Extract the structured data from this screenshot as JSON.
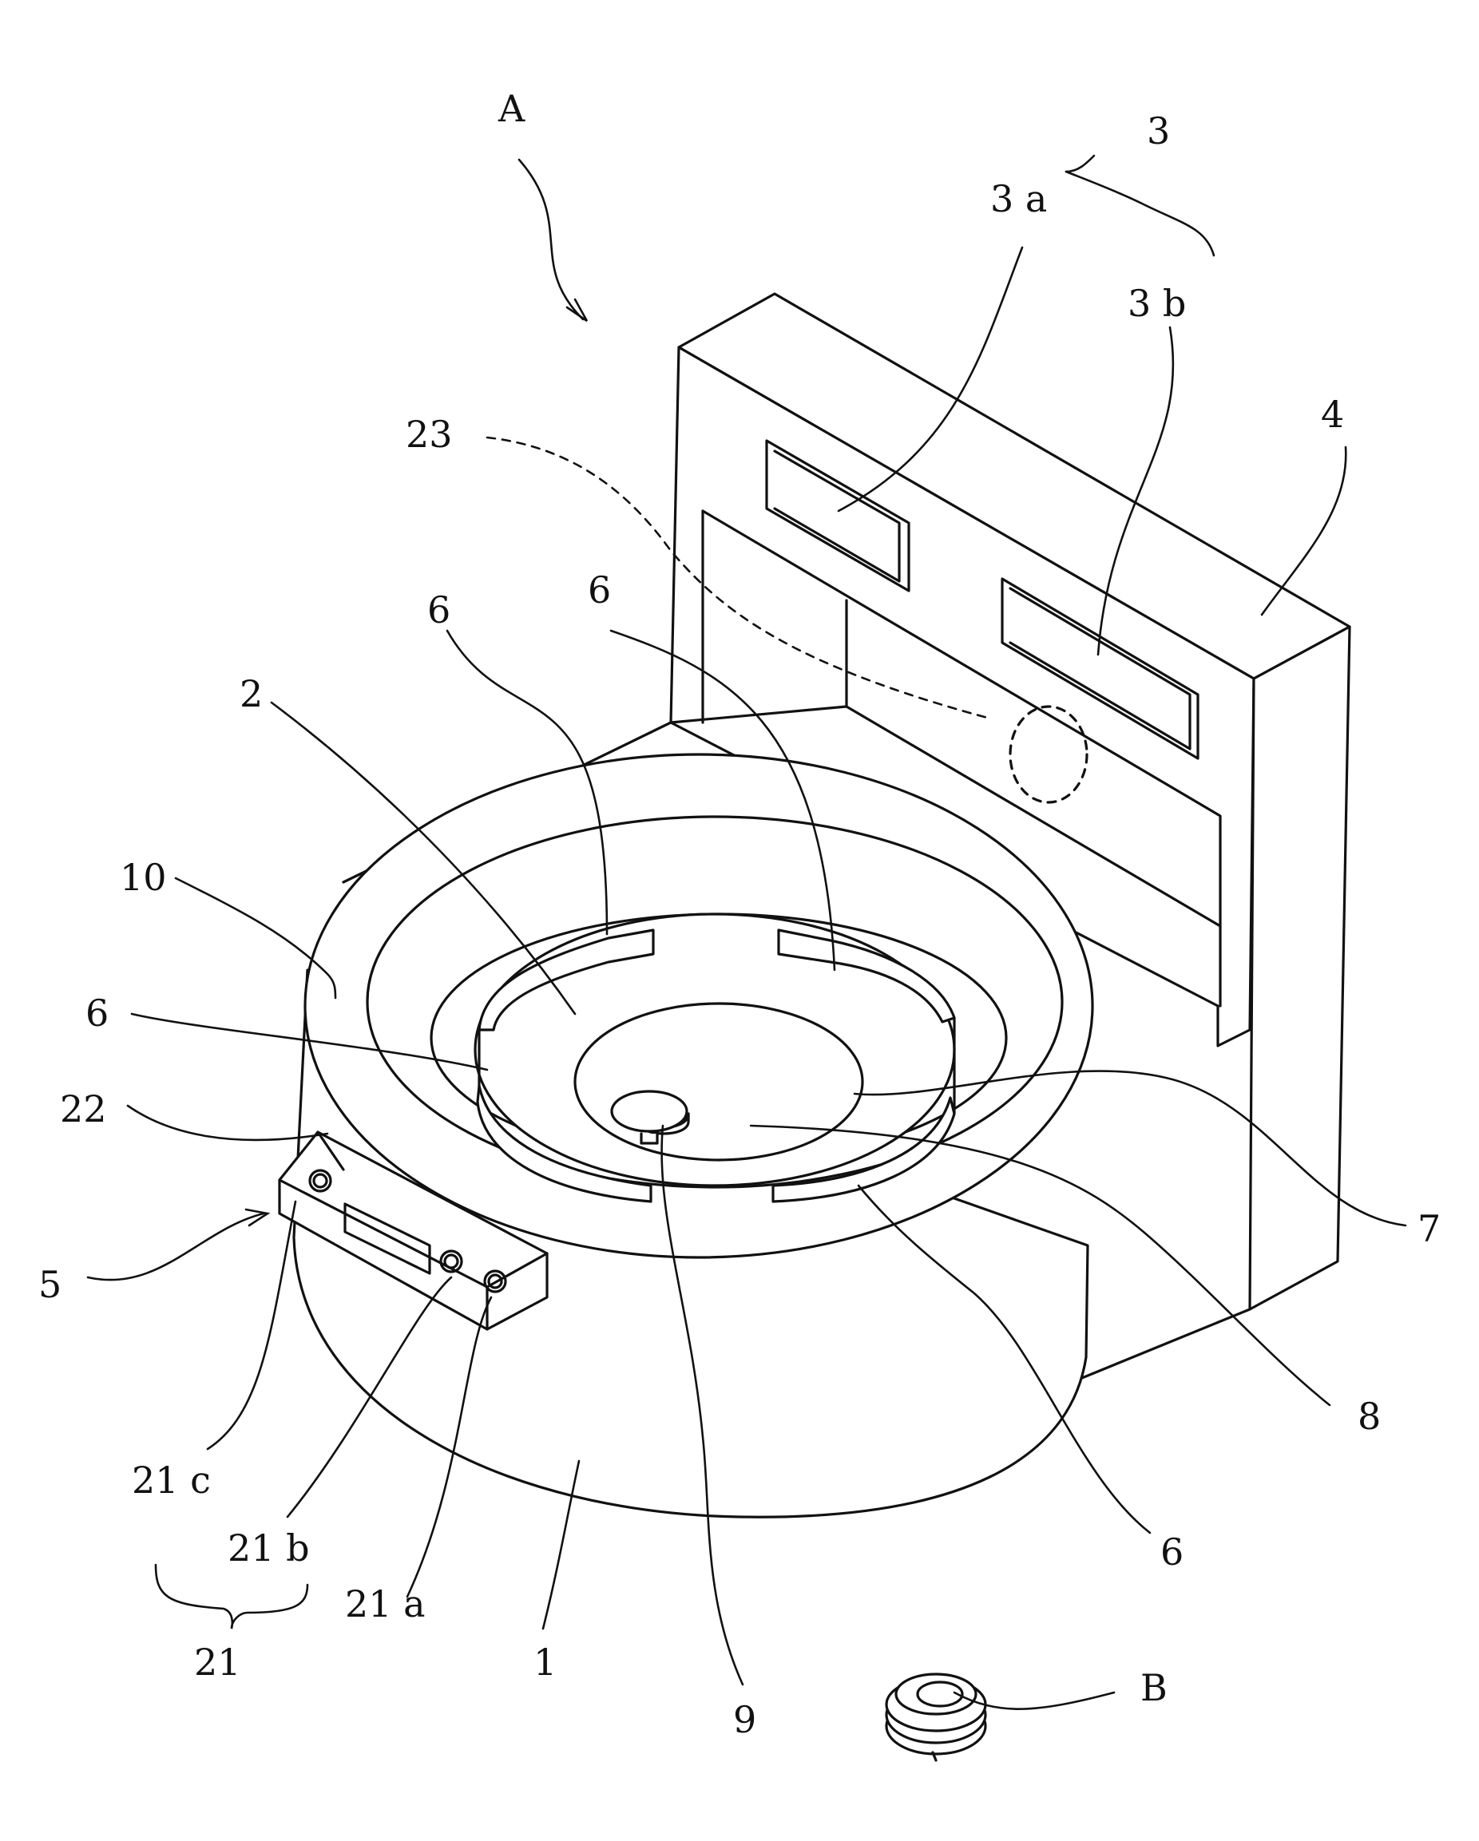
{
  "figure": {
    "labels": {
      "A": "A",
      "B": "B",
      "n1": "1",
      "n2": "2",
      "n3": "3",
      "n3a": "3 a",
      "n3b": "3 b",
      "n4": "4",
      "n5": "5",
      "n6a": "6",
      "n6b": "6",
      "n6c": "6",
      "n6d": "6",
      "n7": "7",
      "n8": "8",
      "n9": "9",
      "n10": "10",
      "n21": "21",
      "n21a": "21 a",
      "n21b": "21 b",
      "n21c": "21 c",
      "n22": "22",
      "n23": "23"
    }
  }
}
